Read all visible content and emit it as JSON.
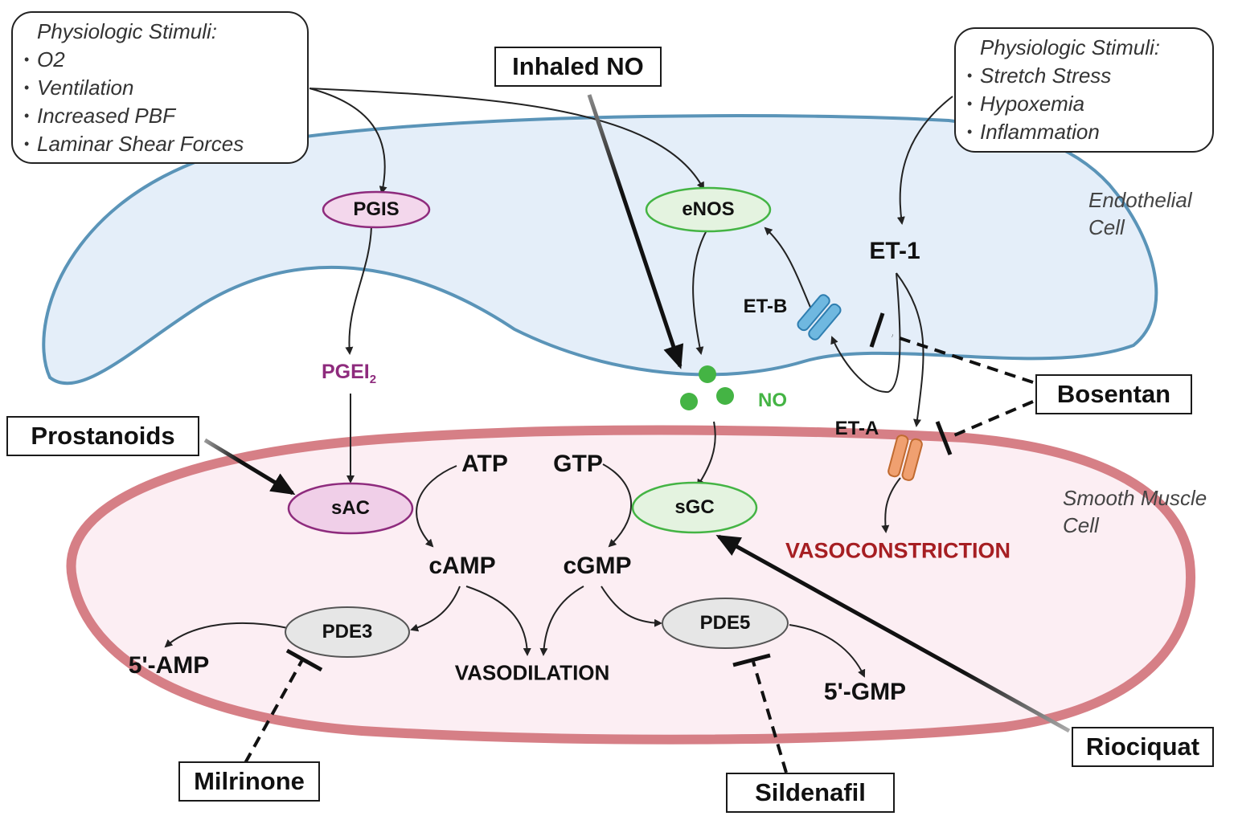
{
  "stimuli_left": {
    "title": "Physiologic Stimuli:",
    "items": [
      "O2",
      "Ventilation",
      "Increased PBF",
      "Laminar Shear Forces"
    ]
  },
  "stimuli_right": {
    "title": "Physiologic Stimuli:",
    "items": [
      "Stretch Stress",
      "Hypoxemia",
      "Inflammation"
    ]
  },
  "drugs": {
    "inhaled_no": "Inhaled NO",
    "prostanoids": "Prostanoids",
    "bosentan": "Bosentan",
    "riociquat": "Riociquat",
    "milrinone": "Milrinone",
    "sildenafil": "Sildenafil"
  },
  "cells": {
    "endothelial_line1": "Endothelial",
    "endothelial_line2": "Cell",
    "smooth_line1": "Smooth Muscle",
    "smooth_line2": "Cell"
  },
  "enzymes": {
    "pgis": "PGIS",
    "enos": "eNOS",
    "sac": "sAC",
    "sgc": "sGC",
    "pde3": "PDE3",
    "pde5": "PDE5"
  },
  "molecules": {
    "pgei2": "PGEI",
    "pgei2_sub": "2",
    "no": "NO",
    "et1": "ET-1",
    "etb": "ET-B",
    "eta": "ET-A",
    "atp": "ATP",
    "gtp": "GTP",
    "camp": "cAMP",
    "cgmp": "cGMP",
    "amp5": "5'-AMP",
    "gmp5": "5'-GMP"
  },
  "outcomes": {
    "vasodilation": "VASODILATION",
    "vasoconstriction": "VASOCONSTRICTION"
  },
  "colors": {
    "endothelial_fill": "#e4eef9",
    "endothelial_stroke": "#5a94b8",
    "smooth_fill": "#fceef3",
    "smooth_stroke": "#d67f86",
    "purple": "#8e2b7d",
    "green": "#44b444",
    "red": "#a61e22"
  }
}
